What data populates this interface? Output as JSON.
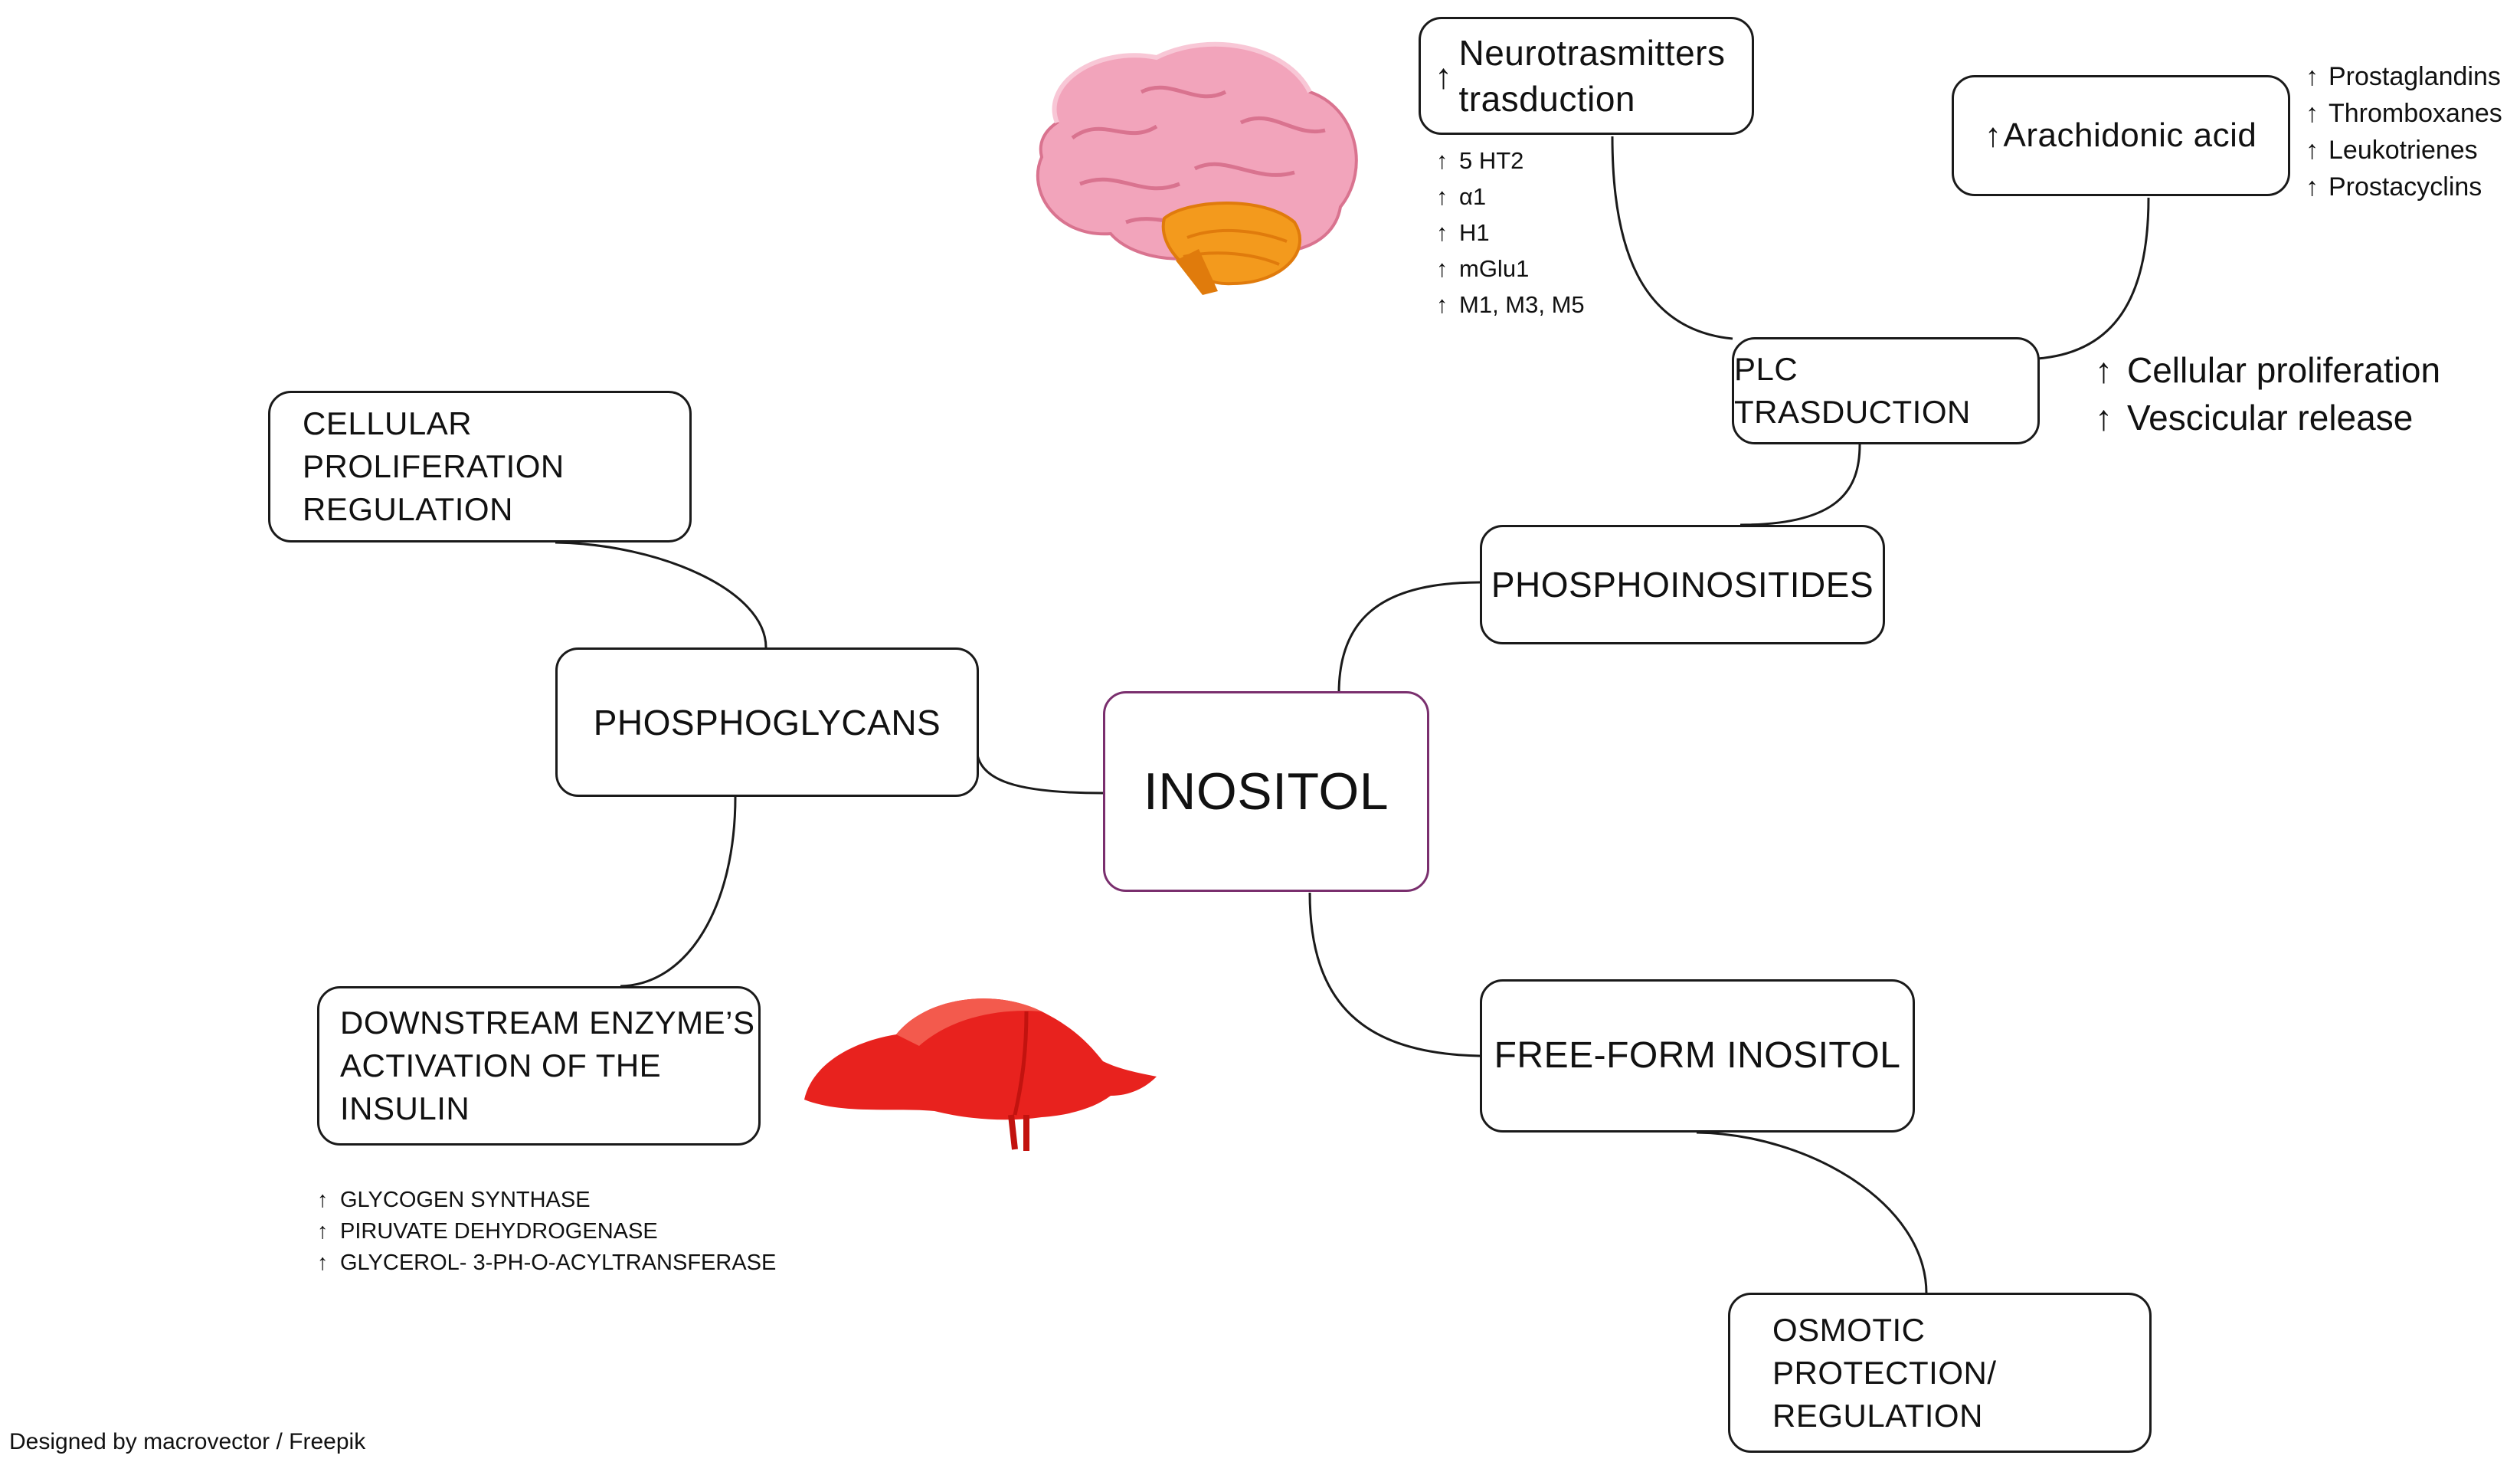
{
  "center": {
    "label": "INOSITOL"
  },
  "nodes": {
    "phosphoglycans": "PHOSPHOGLYCANS",
    "phosphoinositides": "PHOSPHOINOSITIDES",
    "free_form": "FREE-FORM INOSITOL",
    "cell_prolif_reg": "CELLULAR PROLIFERATION\nREGULATION",
    "downstream": "DOWNSTREAM ENZYME’S\nACTIVATION OF THE INSULIN",
    "osmotic": "OSMOTIC PROTECTION/\nREGULATION",
    "plc": "PLC  TRASDUCTION",
    "neuro": "Neurotrasmitters\n  trasduction",
    "arachidonic": "Arachidonic  acid"
  },
  "arrow_glyph": "↑",
  "lists": {
    "receptors": [
      "5 HT2",
      "α1",
      "H1",
      "mGlu1",
      "M1, M3, M5"
    ],
    "eicosanoids": [
      "Prostaglandins",
      "Thromboxanes",
      "Leukotrienes",
      "Prostacyclins"
    ],
    "plc_effects": [
      "Cellular proliferation",
      "Vescicular release"
    ],
    "enzymes": [
      "GLYCOGEN SYNTHASE",
      "PIRUVATE DEHYDROGENASE",
      "GLYCEROL- 3-PH-O-ACYLTRANSFERASE"
    ]
  },
  "credit": "Designed by macrovector / Freepik",
  "icons": {
    "brain": "brain-icon",
    "liver": "liver-icon"
  },
  "colors": {
    "center_border": "#7a2f6e",
    "box_border": "#1a1a1a",
    "brain": "#f0a0b8",
    "cerebellum": "#f39a1d",
    "liver": "#e8221e"
  }
}
